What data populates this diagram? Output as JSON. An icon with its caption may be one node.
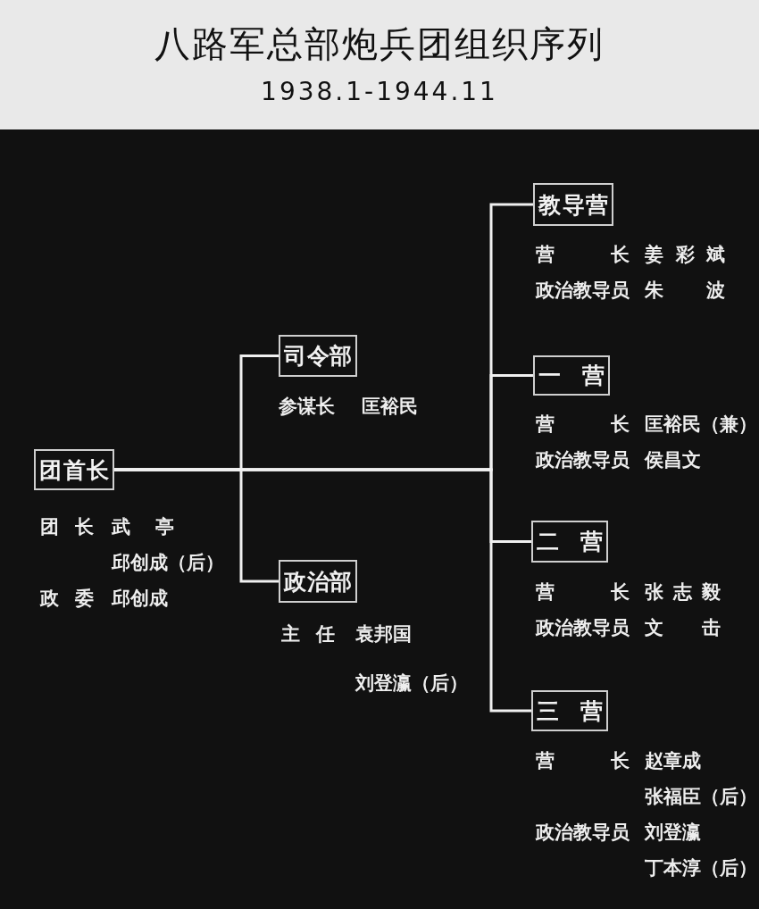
{
  "diagram": {
    "title": "八路军总部炮兵团组织序列",
    "nodes": [
      {
        "text": [
          "团首长"
        ],
        "beside": [
          "团长",
          "武亭",
          "邱创成（后）",
          "政委",
          "邱创成"
        ]
      },
      {
        "text": [
          "司令部"
        ],
        "beside": [
          "参谋长",
          "匡裕民"
        ]
      },
      {
        "text": [
          "政治部"
        ],
        "beside": [
          "主任",
          "袁邦国",
          "刘登瀛（后）"
        ]
      },
      {
        "text": [
          "教导营"
        ],
        "beside": [
          "营长",
          "姜彩斌",
          "政治教导员",
          "朱波"
        ]
      },
      {
        "text": [
          "一营"
        ],
        "beside": [
          "营长",
          "匡裕民（兼）",
          "政治教导员",
          "侯昌文"
        ]
      },
      {
        "text": [
          "二营"
        ],
        "beside": [
          "营长",
          "张志毅",
          "政治教导员",
          "文击"
        ]
      },
      {
        "text": [
          "三营"
        ],
        "beside": [
          "营长",
          "赵章成",
          "张福臣（后）",
          "政治教导员",
          "刘登瀛",
          "丁本淳（后）"
        ]
      }
    ],
    "edges": [
      {
        "from": 0,
        "to": 1,
        "arrow": "none"
      },
      {
        "from": 0,
        "to": 2,
        "arrow": "none"
      },
      {
        "from": 0,
        "to": 3,
        "arrow": "none"
      },
      {
        "from": 0,
        "to": 4,
        "arrow": "none"
      },
      {
        "from": 0,
        "to": 5,
        "arrow": "none"
      },
      {
        "from": 0,
        "to": 6,
        "arrow": "none"
      }
    ],
    "labels": [
      "1938.1-1944.11"
    ]
  }
}
